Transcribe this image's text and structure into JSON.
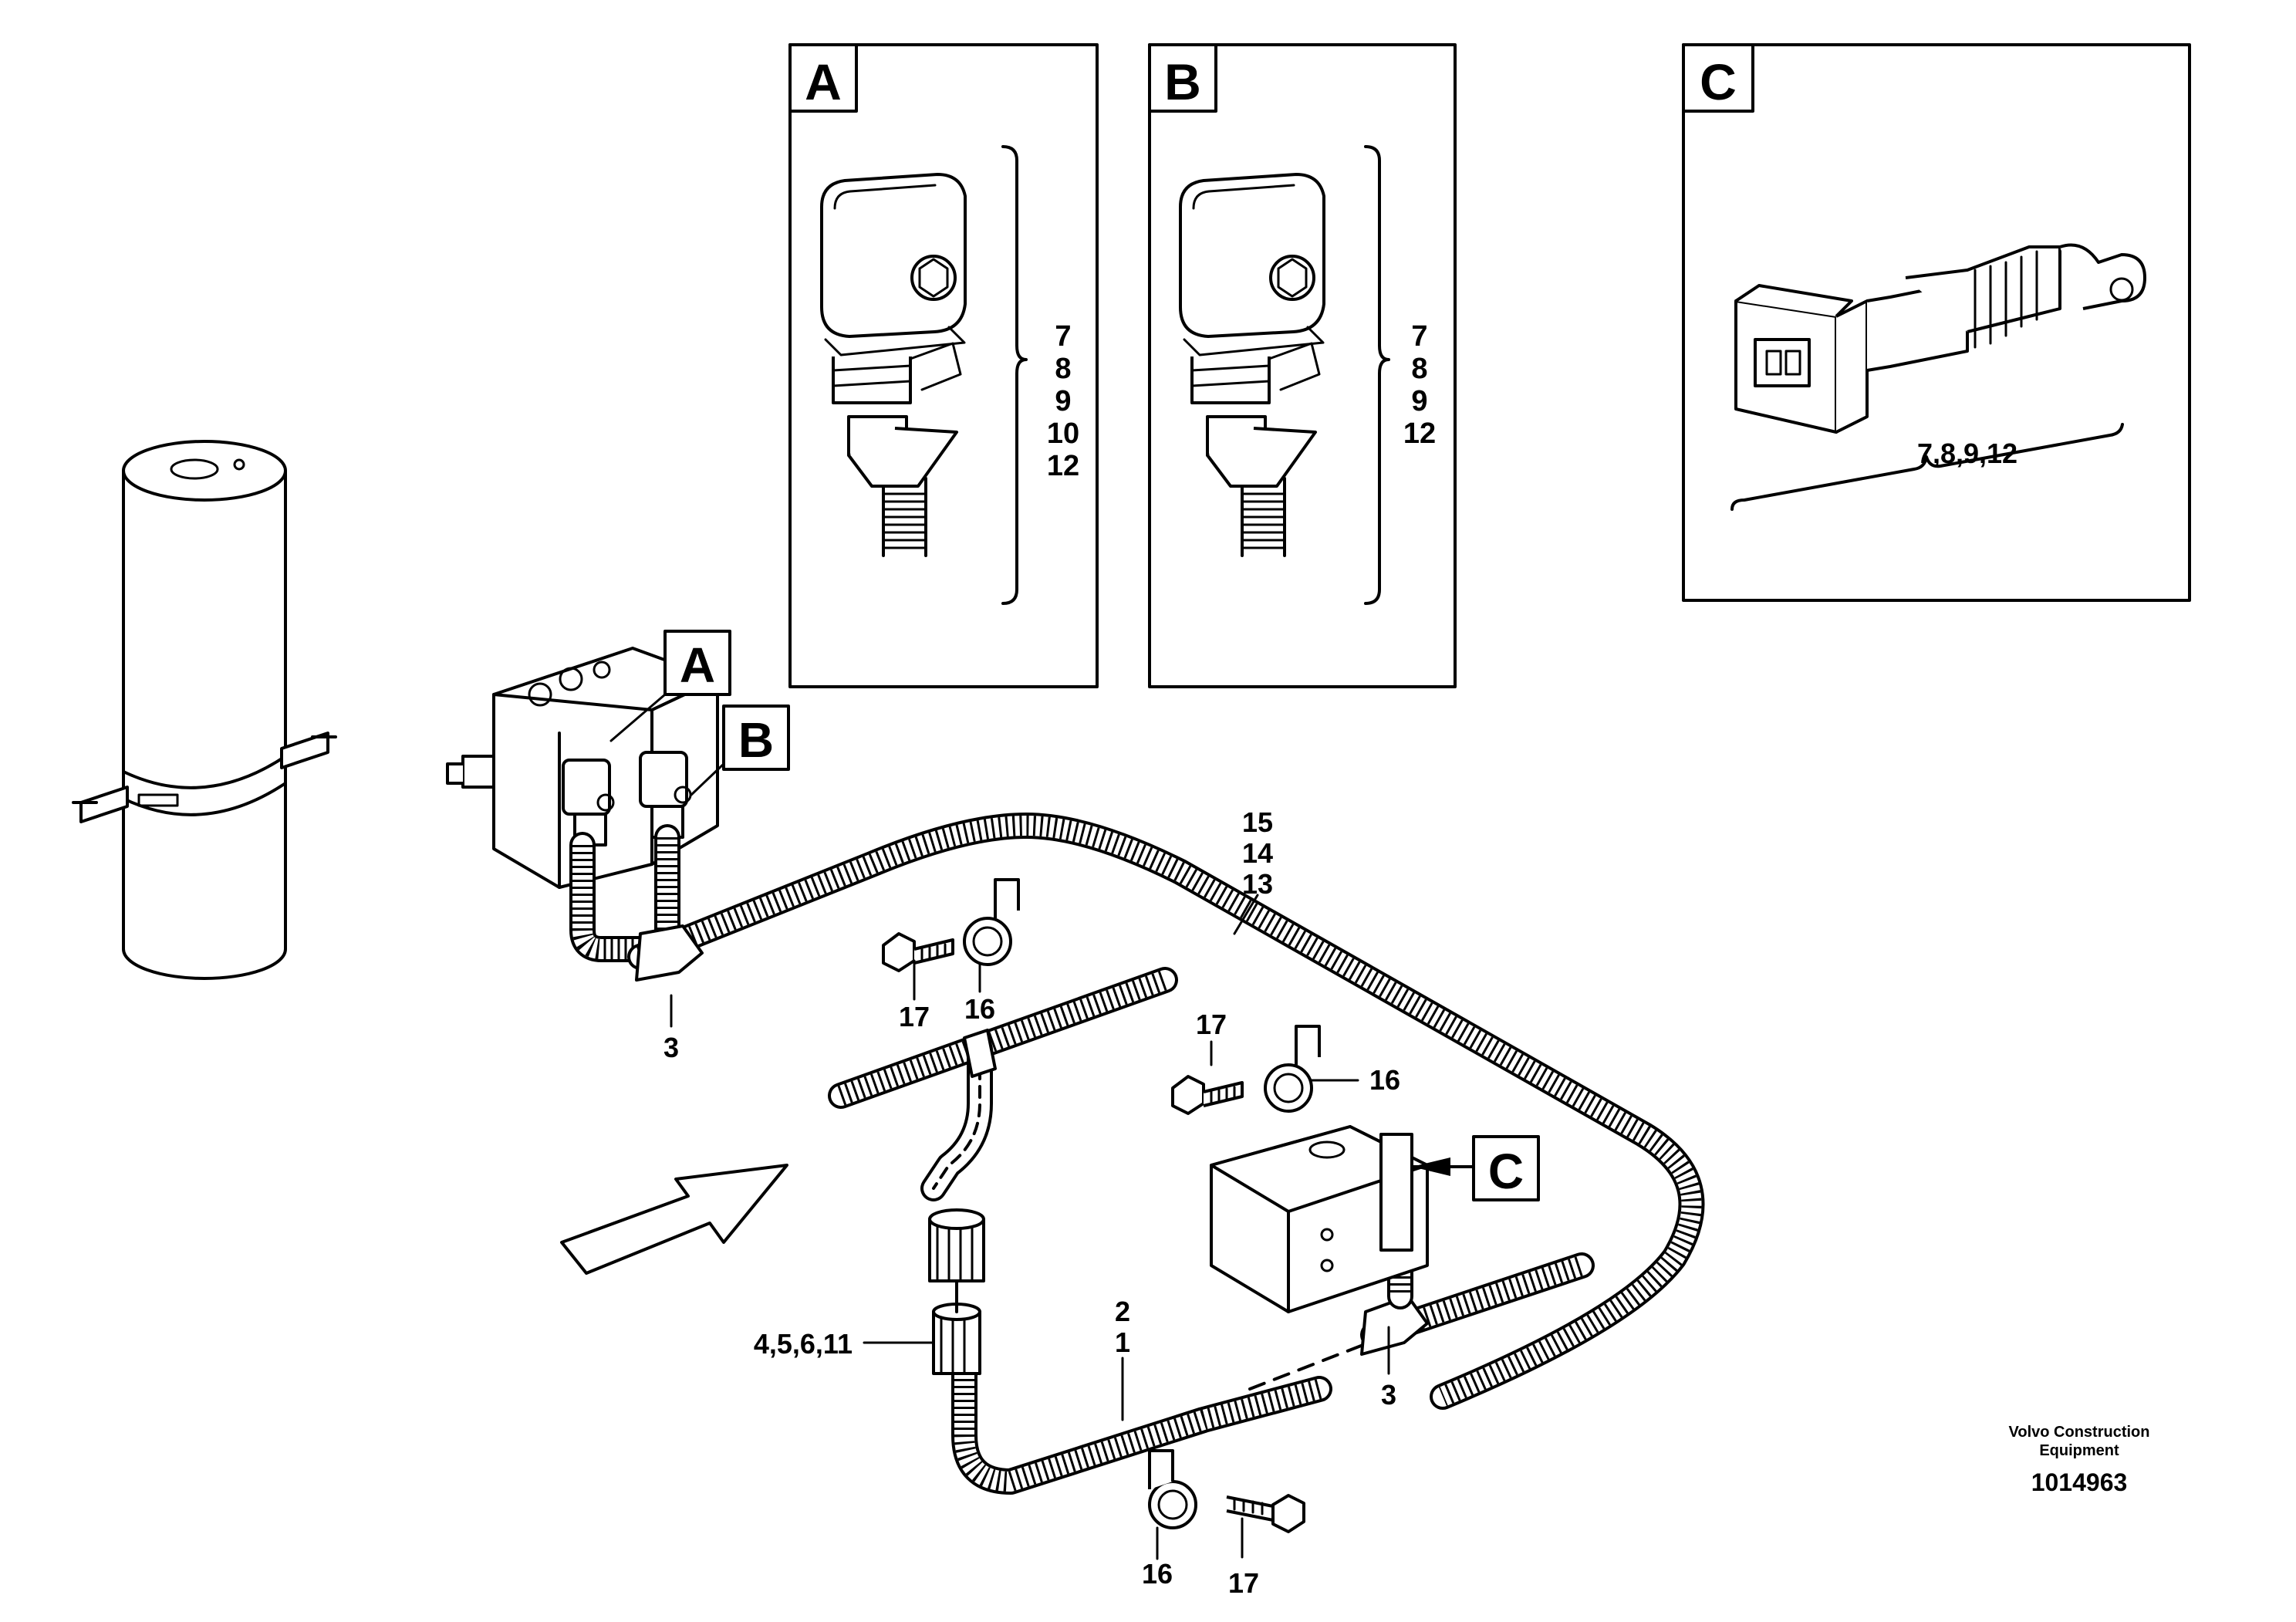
{
  "detail_boxes": {
    "A": {
      "letter": "A",
      "items": [
        "7",
        "8",
        "9",
        "10",
        "12"
      ]
    },
    "B": {
      "letter": "B",
      "items": [
        "7",
        "8",
        "9",
        "12"
      ]
    },
    "C": {
      "letter": "C",
      "label": "7,8,9,12"
    }
  },
  "callouts": {
    "A": "A",
    "B": "B",
    "C": "C"
  },
  "labels": {
    "harness_top": [
      "15",
      "14",
      "13"
    ],
    "harness_bottom": [
      "2",
      "1"
    ],
    "tee_left": "3",
    "tee_right": "3",
    "coupling": "4,5,6,11",
    "clamp_top_16": "16",
    "bolt_top_17": "17",
    "clamp_mid_16": "16",
    "bolt_mid_17": "17",
    "clamp_bot_16": "16",
    "bolt_bot_17": "17"
  },
  "footer": {
    "company_line1": "Volvo Construction",
    "company_line2": "Equipment",
    "drawing_number": "1014963"
  }
}
